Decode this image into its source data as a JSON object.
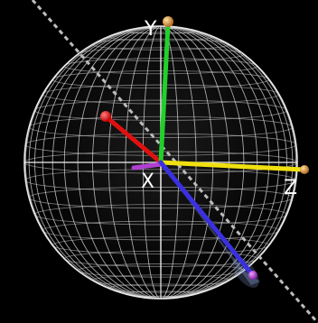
{
  "labels": {
    "y": "Y",
    "x": "X",
    "z": "Z"
  },
  "colors": {
    "background": "#000000",
    "wireframe": "#d8d8d8",
    "y_axis": "#22d02a",
    "x_axis": "#e01010",
    "z_axis": "#f0e010",
    "vector": "#3a30e0",
    "vector_tip": "#b040d0",
    "tip_knob": "#c08a30",
    "dotted_line": "#bcbcbc",
    "cone": "#8aa0d8"
  },
  "icons": {
    "y_tip": "sphere-knob-icon",
    "z_tip": "sphere-knob-icon",
    "x_tip": "sphere-knob-icon",
    "vector_tip": "sphere-knob-icon"
  }
}
